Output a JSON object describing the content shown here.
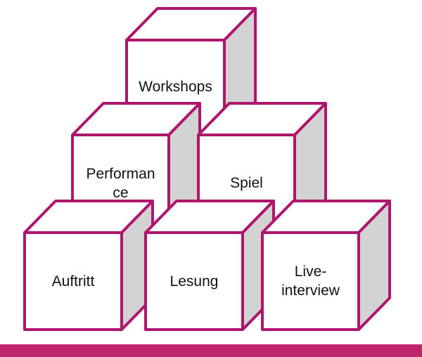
{
  "colors": {
    "stroke": "#b0156e",
    "face": "#ffffff",
    "side": "#d3d3d3",
    "top": "#ffffff",
    "bar": "#c0266c",
    "text": "#111111"
  },
  "blocks": [
    {
      "id": "workshops",
      "label": "Workshops"
    },
    {
      "id": "performance",
      "label": "Performan\nce"
    },
    {
      "id": "spiel",
      "label": "Spiel"
    },
    {
      "id": "auftritt",
      "label": "Auftritt"
    },
    {
      "id": "lesung",
      "label": "Lesung"
    },
    {
      "id": "liveinterview",
      "label": "Live-\ninterview"
    }
  ]
}
